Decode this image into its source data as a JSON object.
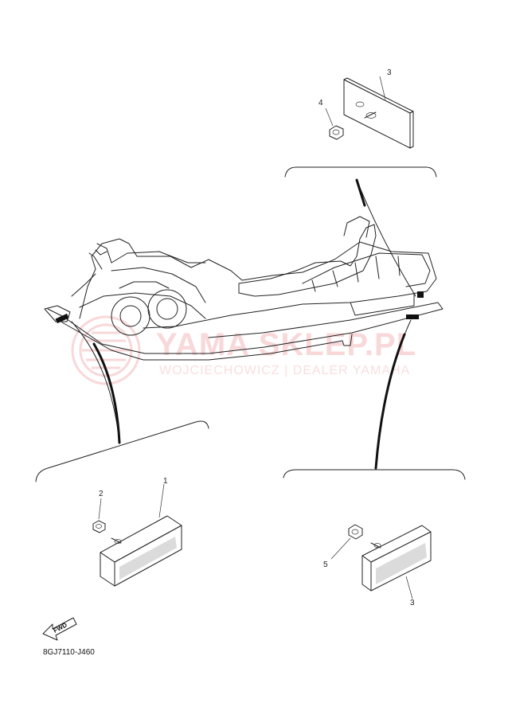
{
  "diagram": {
    "part_code": "8GJ7110-J460",
    "fwd_arrow_label": "FWD",
    "callouts": {
      "top_reflector": "3",
      "top_nut": "4",
      "left_reflector": "1",
      "left_nut": "2",
      "right_reflector": "3",
      "right_nut": "5"
    }
  },
  "watermark": {
    "brand": "YAMA SKLEP.PL",
    "dealer": "WOJCIECHOWICZ | DEALER YAMAHA",
    "color": "#e8595d"
  }
}
